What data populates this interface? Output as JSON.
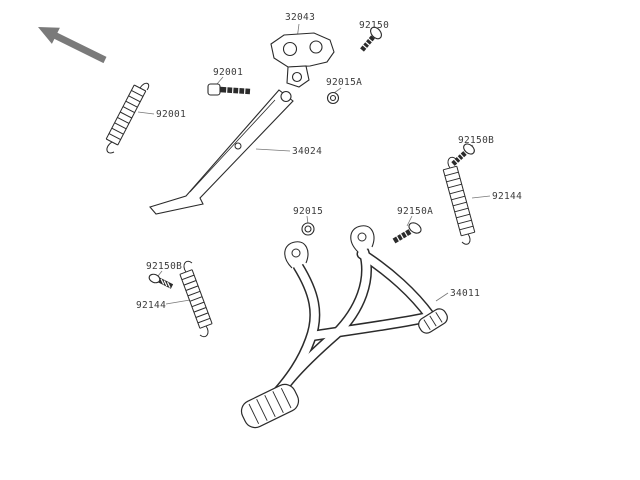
{
  "colors": {
    "background": "#ffffff",
    "line": "#2b2b2b",
    "label_text": "#3c3c3c",
    "arrow": "#7a7a7a"
  },
  "diagram": {
    "labels": [
      {
        "part_number": "32043"
      },
      {
        "part_number": "92150"
      },
      {
        "part_number": "92001"
      },
      {
        "part_number": "92015A"
      },
      {
        "part_number": "92001"
      },
      {
        "part_number": "34024"
      },
      {
        "part_number": "92150B"
      },
      {
        "part_number": "92144"
      },
      {
        "part_number": "92015"
      },
      {
        "part_number": "92150A"
      },
      {
        "part_number": "92150B"
      },
      {
        "part_number": "92144"
      },
      {
        "part_number": "34011"
      }
    ]
  }
}
